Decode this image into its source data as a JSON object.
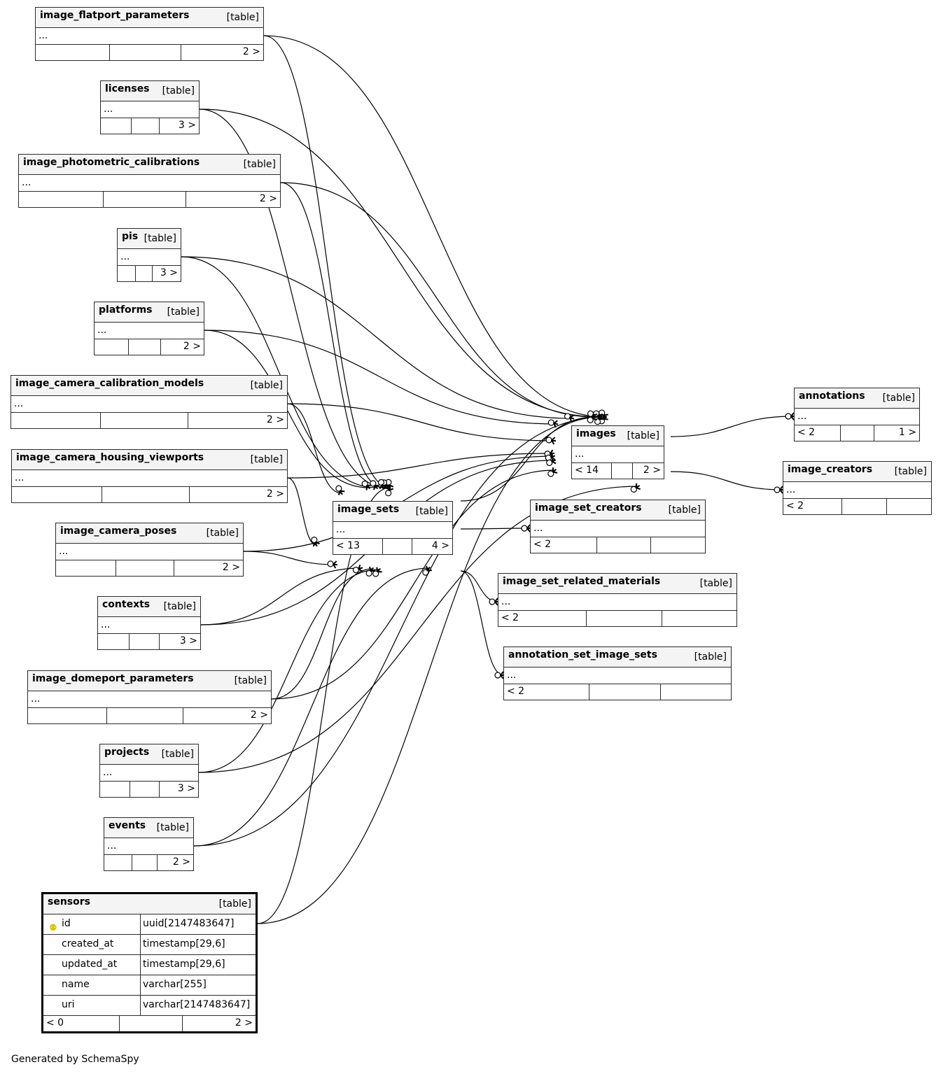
{
  "kind_label": "[table]",
  "body_placeholder": "...",
  "footer_note": "Generated by SchemaSpy",
  "tables": {
    "image_flatport_parameters": {
      "name": "image_flatport_parameters",
      "parents": "",
      "children": "2 >"
    },
    "licenses": {
      "name": "licenses",
      "parents": "",
      "children": "3 >"
    },
    "image_photometric_calibrations": {
      "name": "image_photometric_calibrations",
      "parents": "",
      "children": "2 >"
    },
    "pis": {
      "name": "pis",
      "parents": "",
      "children": "3 >"
    },
    "platforms": {
      "name": "platforms",
      "parents": "",
      "children": "2 >"
    },
    "image_camera_calibration_models": {
      "name": "image_camera_calibration_models",
      "parents": "",
      "children": "2 >"
    },
    "image_camera_housing_viewports": {
      "name": "image_camera_housing_viewports",
      "parents": "",
      "children": "2 >"
    },
    "image_camera_poses": {
      "name": "image_camera_poses",
      "parents": "",
      "children": "2 >"
    },
    "contexts": {
      "name": "contexts",
      "parents": "",
      "children": "3 >"
    },
    "image_domeport_parameters": {
      "name": "image_domeport_parameters",
      "parents": "",
      "children": "2 >"
    },
    "projects": {
      "name": "projects",
      "parents": "",
      "children": "3 >"
    },
    "events": {
      "name": "events",
      "parents": "",
      "children": "2 >"
    },
    "image_sets": {
      "name": "image_sets",
      "parents": "< 13",
      "children": "4 >"
    },
    "images": {
      "name": "images",
      "parents": "< 14",
      "children": "2 >"
    },
    "annotations": {
      "name": "annotations",
      "parents": "< 2",
      "children": "1 >"
    },
    "image_creators": {
      "name": "image_creators",
      "parents": "< 2",
      "children": ""
    },
    "image_set_creators": {
      "name": "image_set_creators",
      "parents": "< 2",
      "children": ""
    },
    "image_set_related_materials": {
      "name": "image_set_related_materials",
      "parents": "< 2",
      "children": ""
    },
    "annotation_set_image_sets": {
      "name": "annotation_set_image_sets",
      "parents": "< 2",
      "children": ""
    }
  },
  "sensors": {
    "name": "sensors",
    "columns": [
      {
        "name": "id",
        "type": "uuid[2147483647]",
        "primary_key": true
      },
      {
        "name": "created_at",
        "type": "timestamp[29,6]",
        "primary_key": false
      },
      {
        "name": "updated_at",
        "type": "timestamp[29,6]",
        "primary_key": false
      },
      {
        "name": "name",
        "type": "varchar[255]",
        "primary_key": false
      },
      {
        "name": "uri",
        "type": "varchar[2147483647]",
        "primary_key": false
      }
    ],
    "parents": "< 0",
    "children": "2 >"
  },
  "relationships": [
    {
      "from": "image_flatport_parameters",
      "to": "images"
    },
    {
      "from": "image_flatport_parameters",
      "to": "image_sets"
    },
    {
      "from": "licenses",
      "to": "images"
    },
    {
      "from": "licenses",
      "to": "image_sets"
    },
    {
      "from": "image_photometric_calibrations",
      "to": "images"
    },
    {
      "from": "image_photometric_calibrations",
      "to": "image_sets"
    },
    {
      "from": "pis",
      "to": "images"
    },
    {
      "from": "pis",
      "to": "image_sets"
    },
    {
      "from": "platforms",
      "to": "images"
    },
    {
      "from": "platforms",
      "to": "image_sets"
    },
    {
      "from": "image_camera_calibration_models",
      "to": "images"
    },
    {
      "from": "image_camera_calibration_models",
      "to": "image_sets"
    },
    {
      "from": "image_camera_housing_viewports",
      "to": "images"
    },
    {
      "from": "image_camera_housing_viewports",
      "to": "image_sets"
    },
    {
      "from": "image_camera_poses",
      "to": "images"
    },
    {
      "from": "image_camera_poses",
      "to": "image_sets"
    },
    {
      "from": "contexts",
      "to": "images"
    },
    {
      "from": "contexts",
      "to": "image_sets"
    },
    {
      "from": "image_domeport_parameters",
      "to": "images"
    },
    {
      "from": "image_domeport_parameters",
      "to": "image_sets"
    },
    {
      "from": "projects",
      "to": "images"
    },
    {
      "from": "projects",
      "to": "image_sets"
    },
    {
      "from": "events",
      "to": "images"
    },
    {
      "from": "events",
      "to": "image_sets"
    },
    {
      "from": "sensors",
      "to": "images"
    },
    {
      "from": "sensors",
      "to": "image_sets"
    },
    {
      "from": "image_sets",
      "to": "images"
    },
    {
      "from": "images",
      "to": "annotations"
    },
    {
      "from": "images",
      "to": "image_creators"
    },
    {
      "from": "image_sets",
      "to": "image_set_creators"
    },
    {
      "from": "image_sets",
      "to": "image_set_related_materials"
    },
    {
      "from": "image_sets",
      "to": "annotation_set_image_sets"
    }
  ]
}
